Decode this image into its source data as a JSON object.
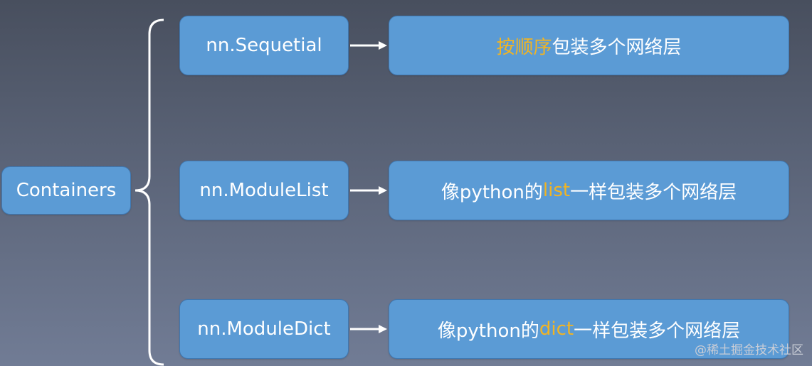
{
  "root": {
    "label": "Containers"
  },
  "items": [
    {
      "name": "nn.Sequetial",
      "desc_highlight": "按顺序",
      "desc_rest": "包装多个网络层"
    },
    {
      "name": "nn.ModuleList",
      "desc_pre": "像python的",
      "desc_highlight": "list",
      "desc_rest": "一样包装多个网络层"
    },
    {
      "name": "nn.ModuleDict",
      "desc_pre": "像python的",
      "desc_highlight": "dict",
      "desc_rest": "一样包装多个网络层"
    }
  ],
  "colors": {
    "box": "#5b9bd5",
    "highlight": "#f2b422",
    "connector": "#ffffff"
  },
  "watermark": "@稀土掘金技术社区"
}
